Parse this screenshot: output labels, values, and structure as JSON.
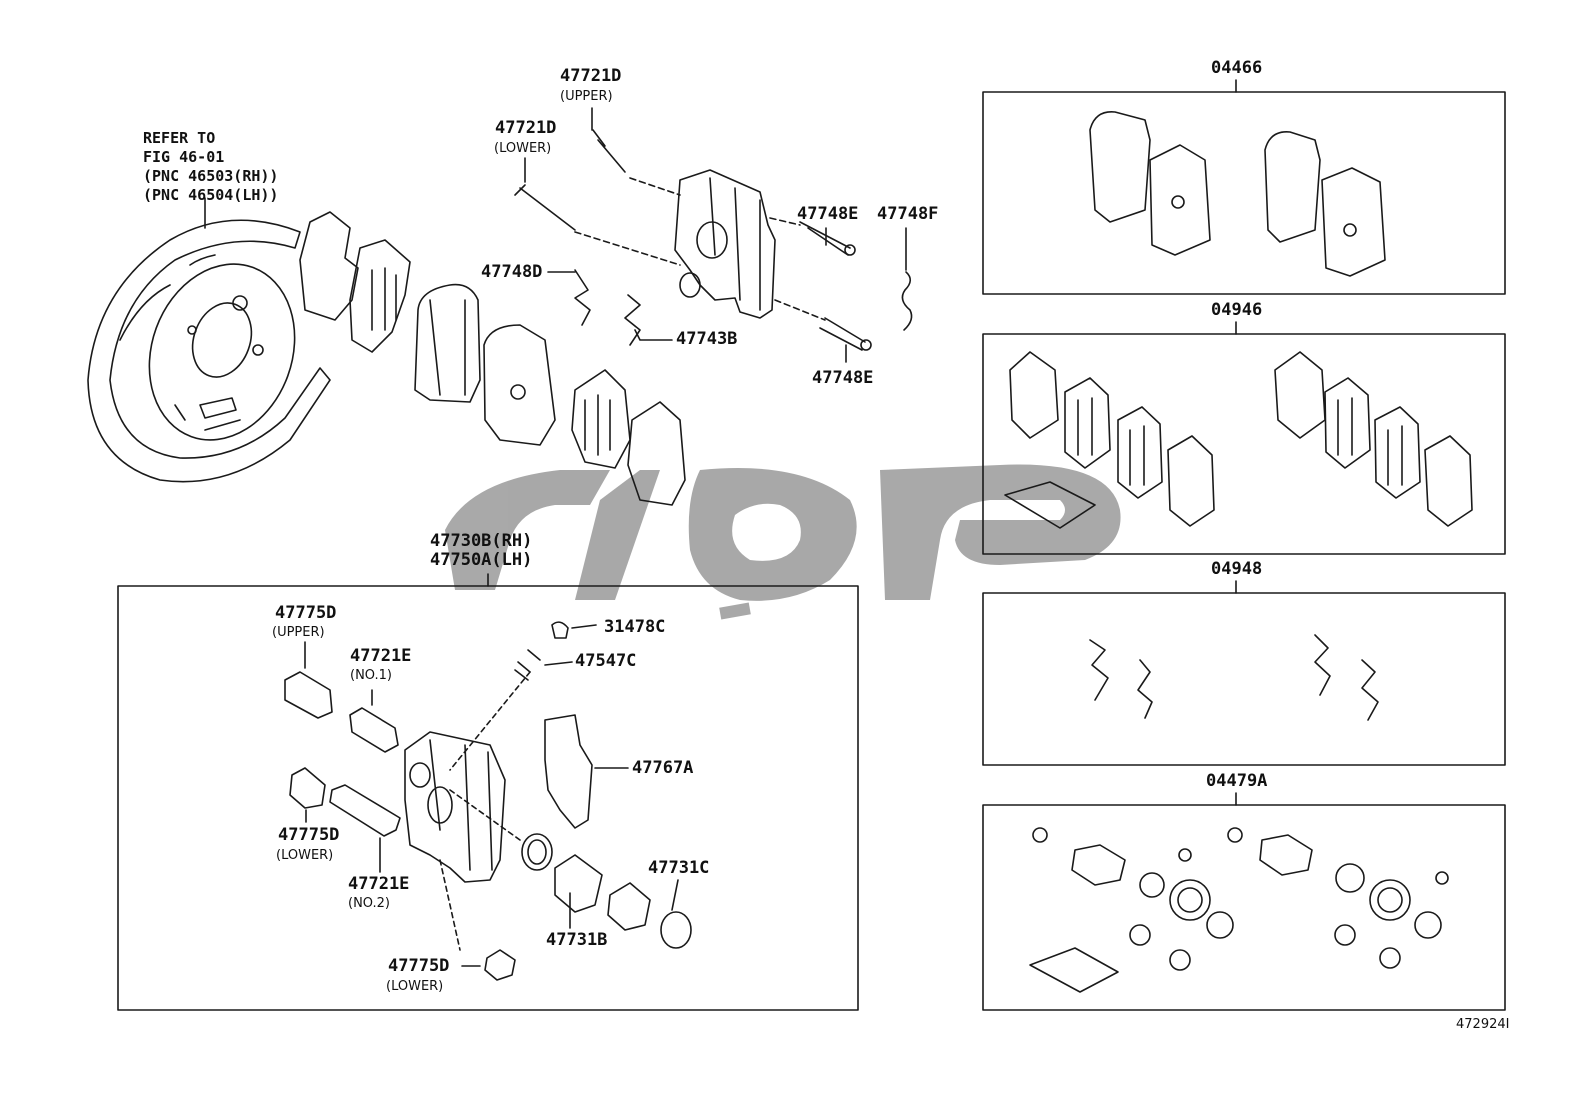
{
  "refer_note": {
    "line1": "REFER TO",
    "line2": "FIG 46-01",
    "line3": "(PNC 46503(RH))",
    "line4": "(PNC 46504(LH))"
  },
  "labels": {
    "p47721d_upper": "47721D",
    "p47721d_upper_sub": "(UPPER)",
    "p47721d_lower": "47721D",
    "p47721d_lower_sub": "(LOWER)",
    "p47748e_top": "47748E",
    "p47748f": "47748F",
    "p47748d": "47748D",
    "p47743b": "47743B",
    "p47748e_bottom": "47748E",
    "p47730b": "47730B(RH)",
    "p47750a": "47750A(LH)",
    "p47775d_upper": "47775D",
    "p47775d_upper_sub": "(UPPER)",
    "p47721e_no1": "47721E",
    "p47721e_no1_sub": "(NO.1)",
    "p31478c": "31478C",
    "p47547c": "47547C",
    "p47767a": "47767A",
    "p47775d_lower": "47775D",
    "p47775d_lower_sub": "(LOWER)",
    "p47721e_no2": "47721E",
    "p47721e_no2_sub": "(NO.2)",
    "p47731c": "47731C",
    "p47731b": "47731B",
    "p47775d_lower2": "47775D",
    "p47775d_lower2_sub": "(LOWER)"
  },
  "kits": {
    "k04466": "04466",
    "k04946": "04946",
    "k04948": "04948",
    "k04479a": "04479A"
  },
  "figure_ref": "472924I",
  "colors": {
    "line": "#1a1a1a",
    "watermark": "#9a9a9a"
  }
}
